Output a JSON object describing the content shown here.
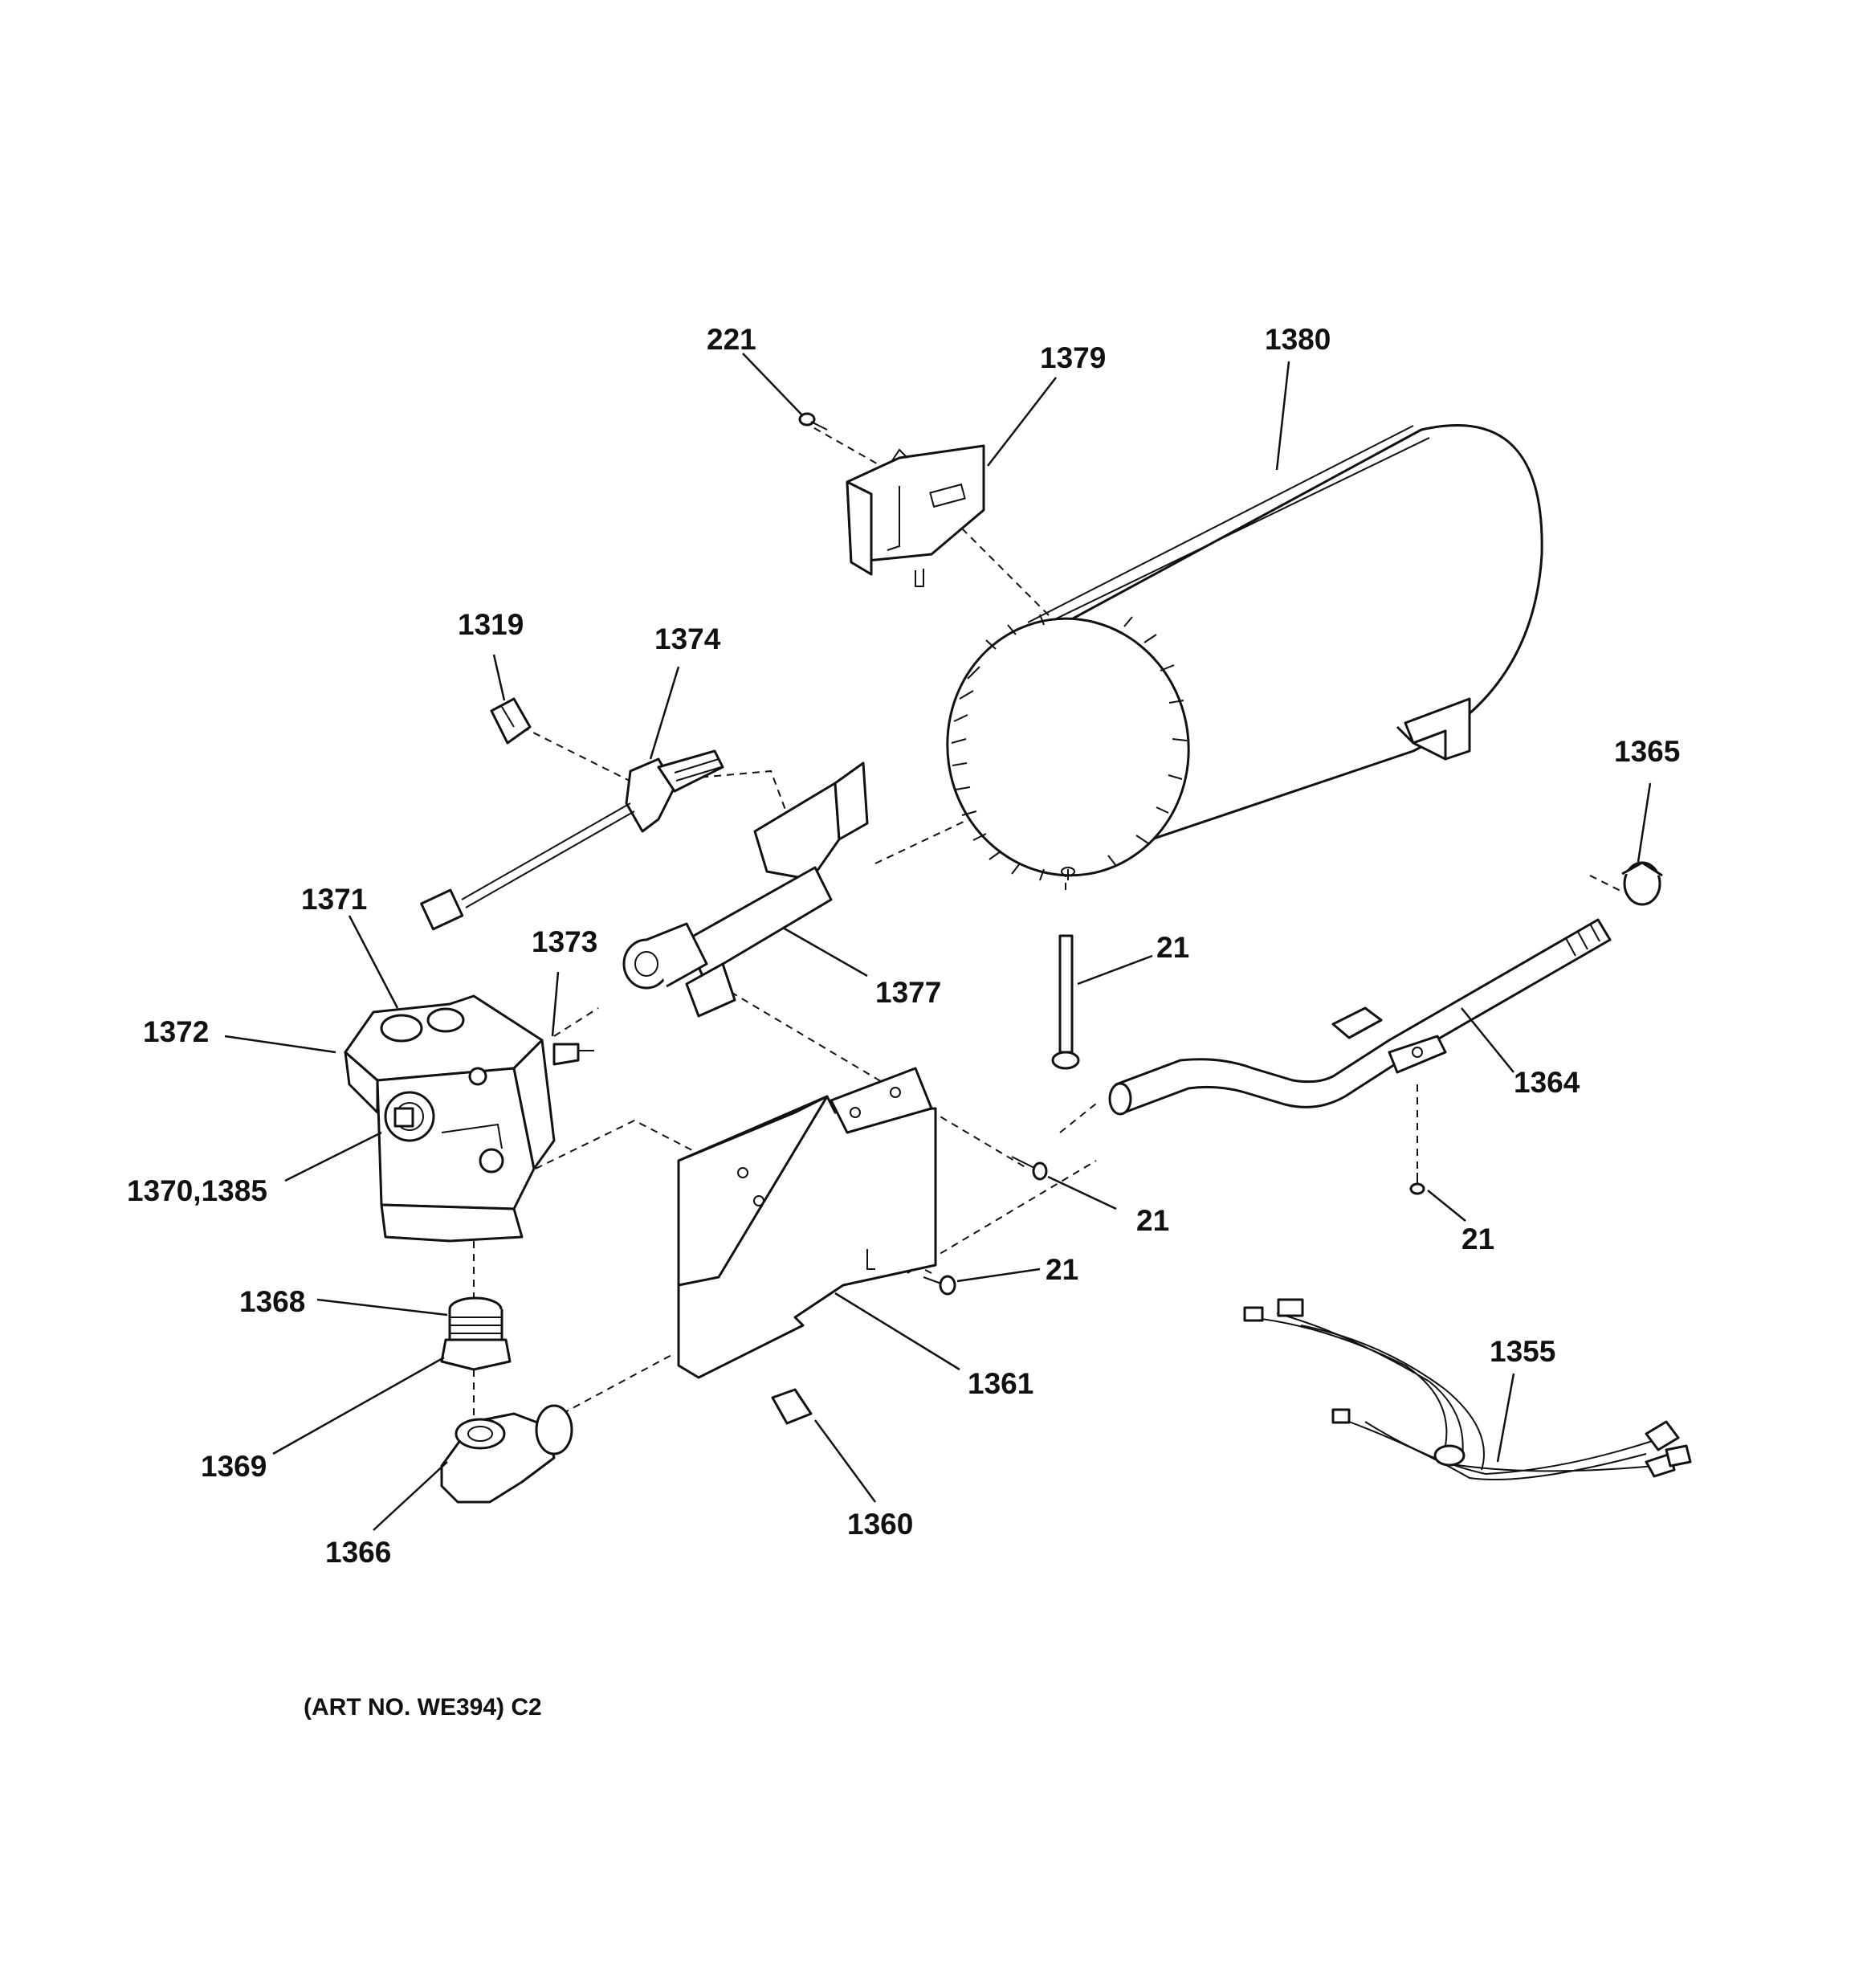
{
  "callouts": [
    {
      "id": "c221",
      "text": "221"
    },
    {
      "id": "c1379",
      "text": "1379"
    },
    {
      "id": "c1380",
      "text": "1380"
    },
    {
      "id": "c1319",
      "text": "1319"
    },
    {
      "id": "c1374",
      "text": "1374"
    },
    {
      "id": "c1365",
      "text": "1365"
    },
    {
      "id": "c1371",
      "text": "1371"
    },
    {
      "id": "c1373",
      "text": "1373"
    },
    {
      "id": "c1377",
      "text": "1377"
    },
    {
      "id": "c21a",
      "text": "21"
    },
    {
      "id": "c1372",
      "text": "1372"
    },
    {
      "id": "c1364",
      "text": "1364"
    },
    {
      "id": "c1370",
      "text": "1370,1385"
    },
    {
      "id": "c21b",
      "text": "21"
    },
    {
      "id": "c21c",
      "text": "21"
    },
    {
      "id": "c21d",
      "text": "21"
    },
    {
      "id": "c1368",
      "text": "1368"
    },
    {
      "id": "c1355",
      "text": "1355"
    },
    {
      "id": "c1361",
      "text": "1361"
    },
    {
      "id": "c1369",
      "text": "1369"
    },
    {
      "id": "c1360",
      "text": "1360"
    },
    {
      "id": "c1366",
      "text": "1366"
    }
  ],
  "footer": "(ART NO. WE394) C2"
}
